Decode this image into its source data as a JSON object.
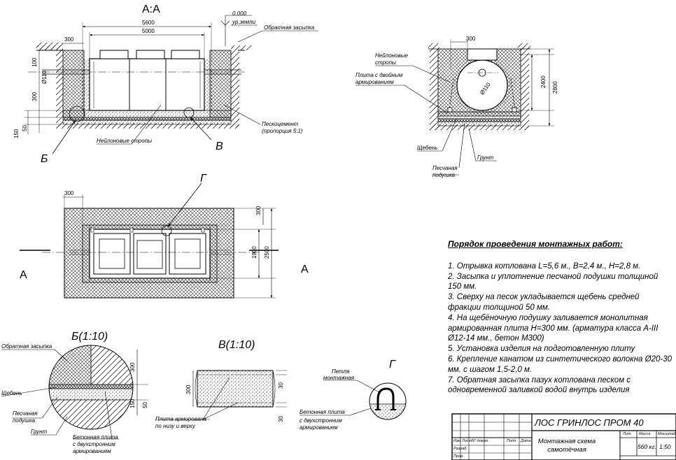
{
  "sections": {
    "aa_title": "А:А",
    "b_title": "Б(1:10)",
    "v_title": "В(1:10)",
    "g_title": "Г",
    "label_b": "Б",
    "label_v": "В",
    "label_g": "Г",
    "label_a_left": "А",
    "label_a_right": "А"
  },
  "section_aa": {
    "dim_5600": "5600",
    "dim_5000": "5000",
    "dim_300": "300",
    "dim_100": "100",
    "dim_300v": "300",
    "dim_110": "Ø110",
    "dim_150": "150",
    "dim_50": "50",
    "level_value": "0.000",
    "level_label": "ур.земли",
    "backfill": "Обратная засыпка",
    "straps": "Нейлоновые стропы",
    "sandcement_1": "Пескоцемент",
    "sandcement_2": "(пропорция 5:1)"
  },
  "side_view": {
    "dim_300": "300",
    "dim_2400": "2400",
    "dim_2800": "2800",
    "dim_110": "Ø110",
    "straps": "Нейлоновые стропы",
    "slab": "Плита с двойным армированием",
    "gravel": "Щебень",
    "sand_1": "Песчаная",
    "sand_2": "подушка",
    "ground": "Грунт"
  },
  "plan": {
    "dim_300": "300",
    "dim_300v": "300",
    "dim_1900": "1900",
    "dim_2500": "2500"
  },
  "detail_b": {
    "backfill": "Обратная засыпка",
    "gravel": "Щебень",
    "sand_1": "Песчаная",
    "sand_2": "подушка",
    "ground": "Грунт",
    "slab_1": "Бетонная плита",
    "slab_2": "с двухстронним",
    "slab_3": "армированием",
    "dim_300": "300",
    "dim_150": "150",
    "dim_50": "50"
  },
  "detail_v": {
    "dim_300": "300",
    "dim_30a": "30",
    "dim_30b": "30",
    "slab_1": "Плита армирована",
    "slab_2": "по низу и верху"
  },
  "detail_g": {
    "loop_1": "Петля",
    "loop_2": "монтажная",
    "slab_1": "Бетонная плита",
    "slab_2": "с двухстронним",
    "slab_3": "армированием"
  },
  "notes": {
    "heading": "Порядок проведения монтажных работ:",
    "items": [
      "1. Отрывка котлована L=5,6 м., B=2,4 м., H=2,8 м.",
      "2. Засыпка и уплотнение песчаной подушки толщиной 150 мм.",
      "3. Сверху на песок укладывается щебень средней фракции толщиной 50 мм.",
      "4. На щебёночную подушку заливается монолитная армированная плита H=300 мм. (арматура класса А-III Ø12-14 мм., бетон М300)",
      "5. Установка изделия на подготовленную плиту",
      "6. Крепление канатом из синтетического волокна Ø20-30 мм. с шагом 1,5-2,0 м.",
      "7. Обратная засыпка пазух котлована песком с одновременной заливкой водой внутрь изделия"
    ]
  },
  "title_block": {
    "product": "ЛОС ГРИНЛОС ПРОМ 40",
    "drawing_1": "Монтажная схема",
    "drawing_2": "самотёчная",
    "col_izm": "Изм",
    "col_list": "Лист",
    "col_doc": "N° докум.",
    "col_sign": "Подп.",
    "col_date": "Дата",
    "row_razrab": "Разраб.",
    "row_prov": "Пров.",
    "h_lit": "Лит.",
    "h_mass": "Масса",
    "h_scale": "Масштаб",
    "mass": "560 кг.",
    "scale": "1:50"
  }
}
